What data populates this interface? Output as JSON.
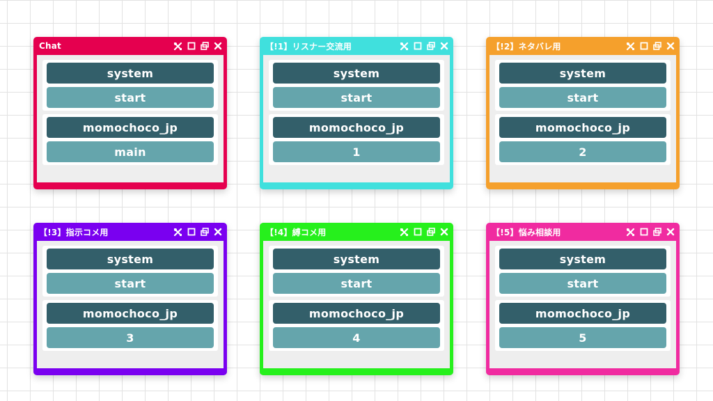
{
  "windows": [
    {
      "title": "Chat",
      "color": "#e5004f",
      "messages": [
        {
          "user": "system",
          "text": "start"
        },
        {
          "user": "momochoco_jp",
          "text": "main"
        }
      ]
    },
    {
      "title": "【!1】リスナー交流用",
      "color": "#40e0dd",
      "messages": [
        {
          "user": "system",
          "text": "start"
        },
        {
          "user": "momochoco_jp",
          "text": "1"
        }
      ]
    },
    {
      "title": "【!2】ネタバレ用",
      "color": "#f5a02c",
      "messages": [
        {
          "user": "system",
          "text": "start"
        },
        {
          "user": "momochoco_jp",
          "text": "2"
        }
      ]
    },
    {
      "title": "【!3】指示コメ用",
      "color": "#7a00f0",
      "messages": [
        {
          "user": "system",
          "text": "start"
        },
        {
          "user": "momochoco_jp",
          "text": "3"
        }
      ]
    },
    {
      "title": "【!4】縛コメ用",
      "color": "#26f01c",
      "messages": [
        {
          "user": "system",
          "text": "start"
        },
        {
          "user": "momochoco_jp",
          "text": "4"
        }
      ]
    },
    {
      "title": "【!5】悩み相談用",
      "color": "#f02ba0",
      "messages": [
        {
          "user": "system",
          "text": "start"
        },
        {
          "user": "momochoco_jp",
          "text": "5"
        }
      ]
    }
  ],
  "icons": {
    "settings": "tools-icon",
    "maximize": "maximize-icon",
    "restore": "restore-icon",
    "close": "close-icon"
  }
}
